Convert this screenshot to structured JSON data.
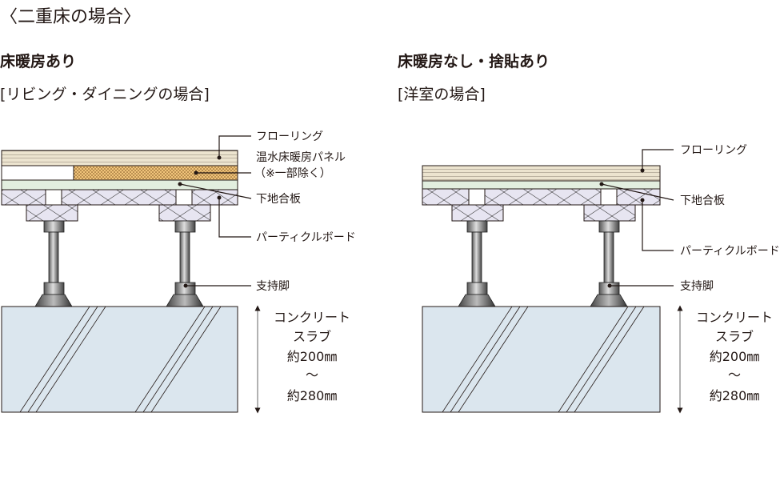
{
  "title": "〈二重床の場合〉",
  "left": {
    "heading": "床暖房あり",
    "subheading": "[リビング・ダイニングの場合]",
    "labels": {
      "flooring": "フローリング",
      "panel": "温水床暖房パネル",
      "panel_note": "（※一部除く）",
      "plywood": "下地合板",
      "particleboard": "パーティクルボード",
      "support": "支持脚"
    },
    "slab": [
      "コンクリート",
      "スラブ",
      "約200㎜",
      "～",
      "約280㎜"
    ]
  },
  "right": {
    "heading": "床暖房なし・捨貼あり",
    "subheading": "[洋室の場合]",
    "labels": {
      "flooring": "フローリング",
      "plywood": "下地合板",
      "particleboard": "パーティクルボード",
      "support": "支持脚"
    },
    "slab": [
      "コンクリート",
      "スラブ",
      "約200㎜",
      "～",
      "約280㎜"
    ]
  },
  "colors": {
    "flooring": "#ece4cf",
    "panel": "#f0c47a",
    "plywood": "#e2eedf",
    "particleboard": "#e7e5f1",
    "slab": "#dbe6ee"
  }
}
